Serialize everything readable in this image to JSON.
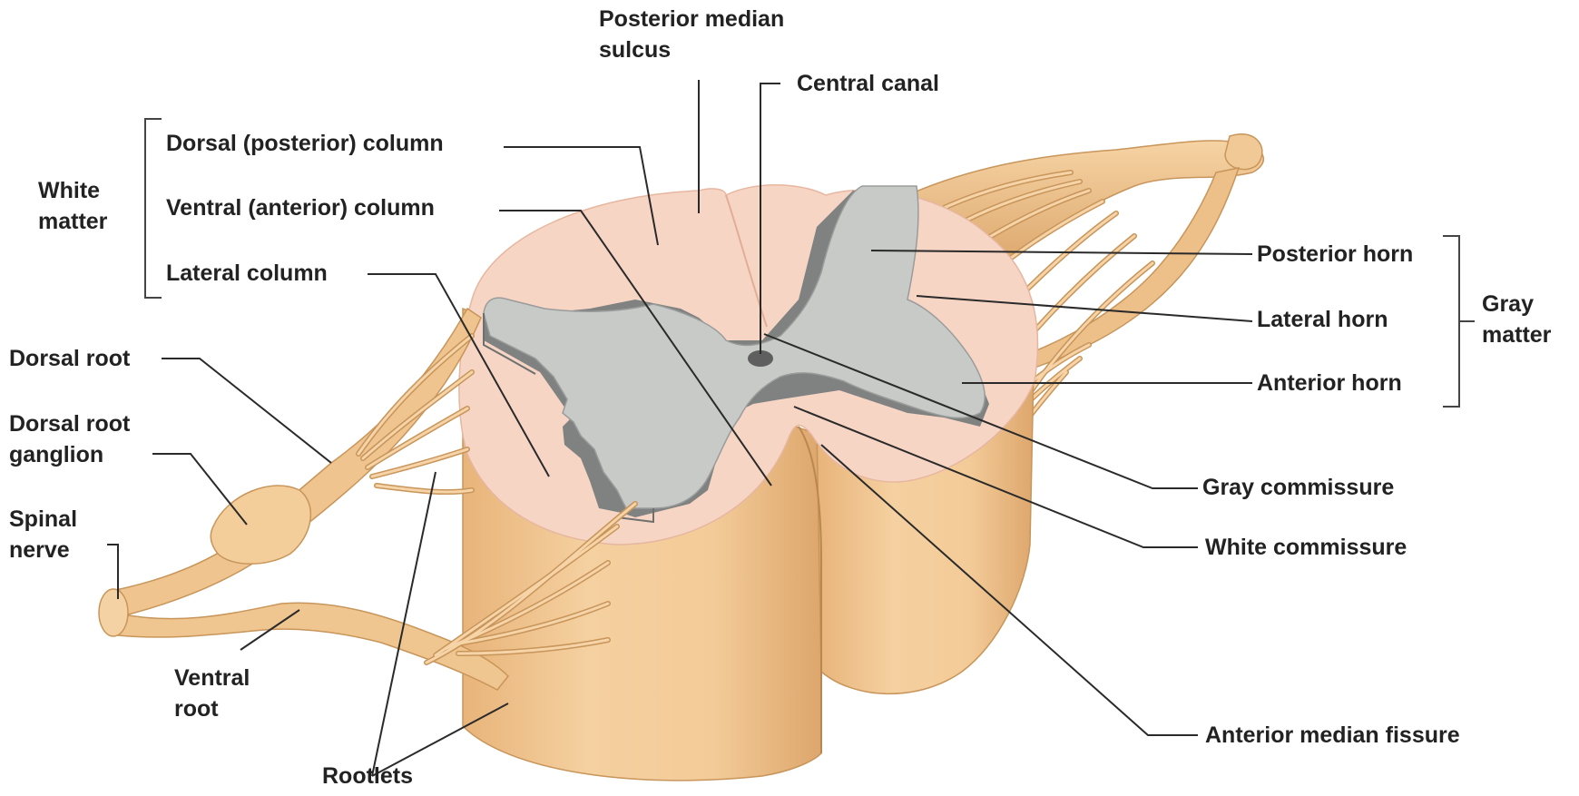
{
  "labels": {
    "posterior_median_sulcus": [
      "Posterior median",
      "sulcus"
    ],
    "central_canal": "Central canal",
    "white_matter": [
      "White",
      "matter"
    ],
    "dorsal_column": "Dorsal (posterior) column",
    "ventral_column": "Ventral (anterior) column",
    "lateral_column": "Lateral column",
    "dorsal_root": "Dorsal root",
    "dorsal_root_ganglion": [
      "Dorsal root",
      "ganglion"
    ],
    "spinal_nerve": [
      "Spinal",
      "nerve"
    ],
    "ventral_root": [
      "Ventral",
      "root"
    ],
    "rootlets": "Rootlets",
    "posterior_horn": "Posterior horn",
    "lateral_horn": "Lateral horn",
    "anterior_horn": "Anterior horn",
    "gray_matter": [
      "Gray",
      "matter"
    ],
    "gray_commissure": "Gray commissure",
    "white_commissure": "White commissure",
    "anterior_median_fissure": "Anterior median fissure"
  },
  "colors": {
    "white_matter_surface": "#f6d3c2",
    "gray_matter": "#c9cbc8",
    "gray_matter_edge": "#777978",
    "cord_side": "#f0c48e",
    "cord_side_dark": "#d9a469",
    "nerve": "#efc48a",
    "nerve_dark": "#c8955a"
  }
}
